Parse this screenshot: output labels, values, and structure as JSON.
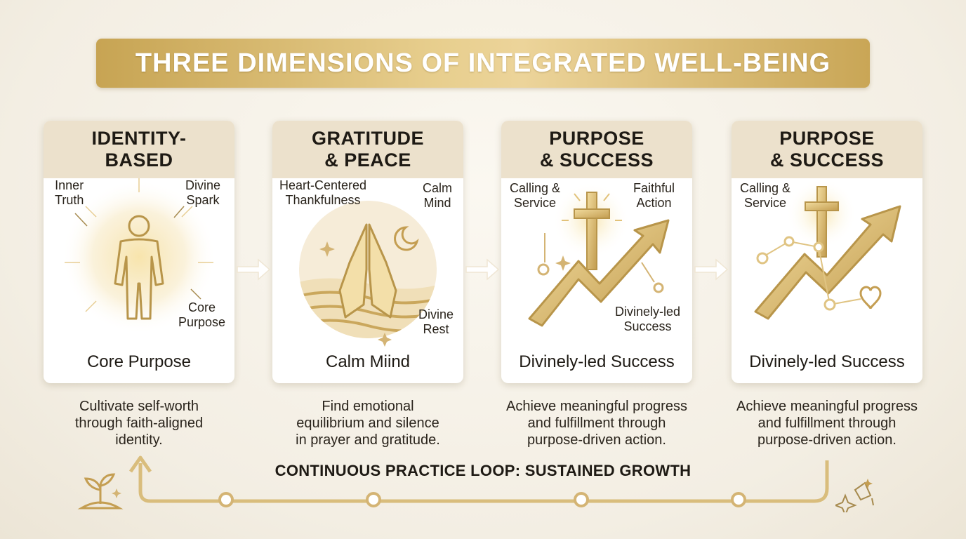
{
  "title": "THREE DIMENSIONS OF INTEGRATED WELL-BEING",
  "cards": [
    {
      "title": "IDENTITY-\nBASED",
      "labels": [
        "Inner\nTruth",
        "Divine\nSpark",
        "Core\nPurpose"
      ],
      "caption": "Core Purpose",
      "description": "Cultivate self-worth\nthrough faith-aligned\nidentity."
    },
    {
      "title": "GRATITUDE\n& PEACE",
      "labels": [
        "Heart-Centered\nThankfulness",
        "Calm\nMind",
        "Divine\nRest"
      ],
      "caption": "Calm Miind",
      "description": "Find emotional\nequilibrium and silence\nin prayer and gratitude."
    },
    {
      "title": "PURPOSE\n& SUCCESS",
      "labels": [
        "Calling &\nService",
        "Faithful\nAction",
        "Divinely-led\nSuccess"
      ],
      "caption": "Divinely-led Success",
      "description": "Achieve meaningful progress\nand fulfillment through\npurpose-driven action."
    },
    {
      "title": "PURPOSE\n& SUCCESS",
      "labels": [
        "Calling &\nService"
      ],
      "caption": "Divinely-led Success",
      "description": "Achieve meaningful progress\nand fulfillment through\npurpose-driven action."
    }
  ],
  "loop_label": "CONTINUOUS PRACTICE LOOP: SUSTAINED GROWTH",
  "colors": {
    "gold": "#c9a656",
    "gold_light": "#ecd49a",
    "header_bg": "#ece1cc",
    "background": "#f3eee3"
  },
  "icons": [
    "person-glow-icon",
    "praying-hands-icon",
    "cross-arrow-icon",
    "sprout-icon",
    "sparkle-icon"
  ]
}
